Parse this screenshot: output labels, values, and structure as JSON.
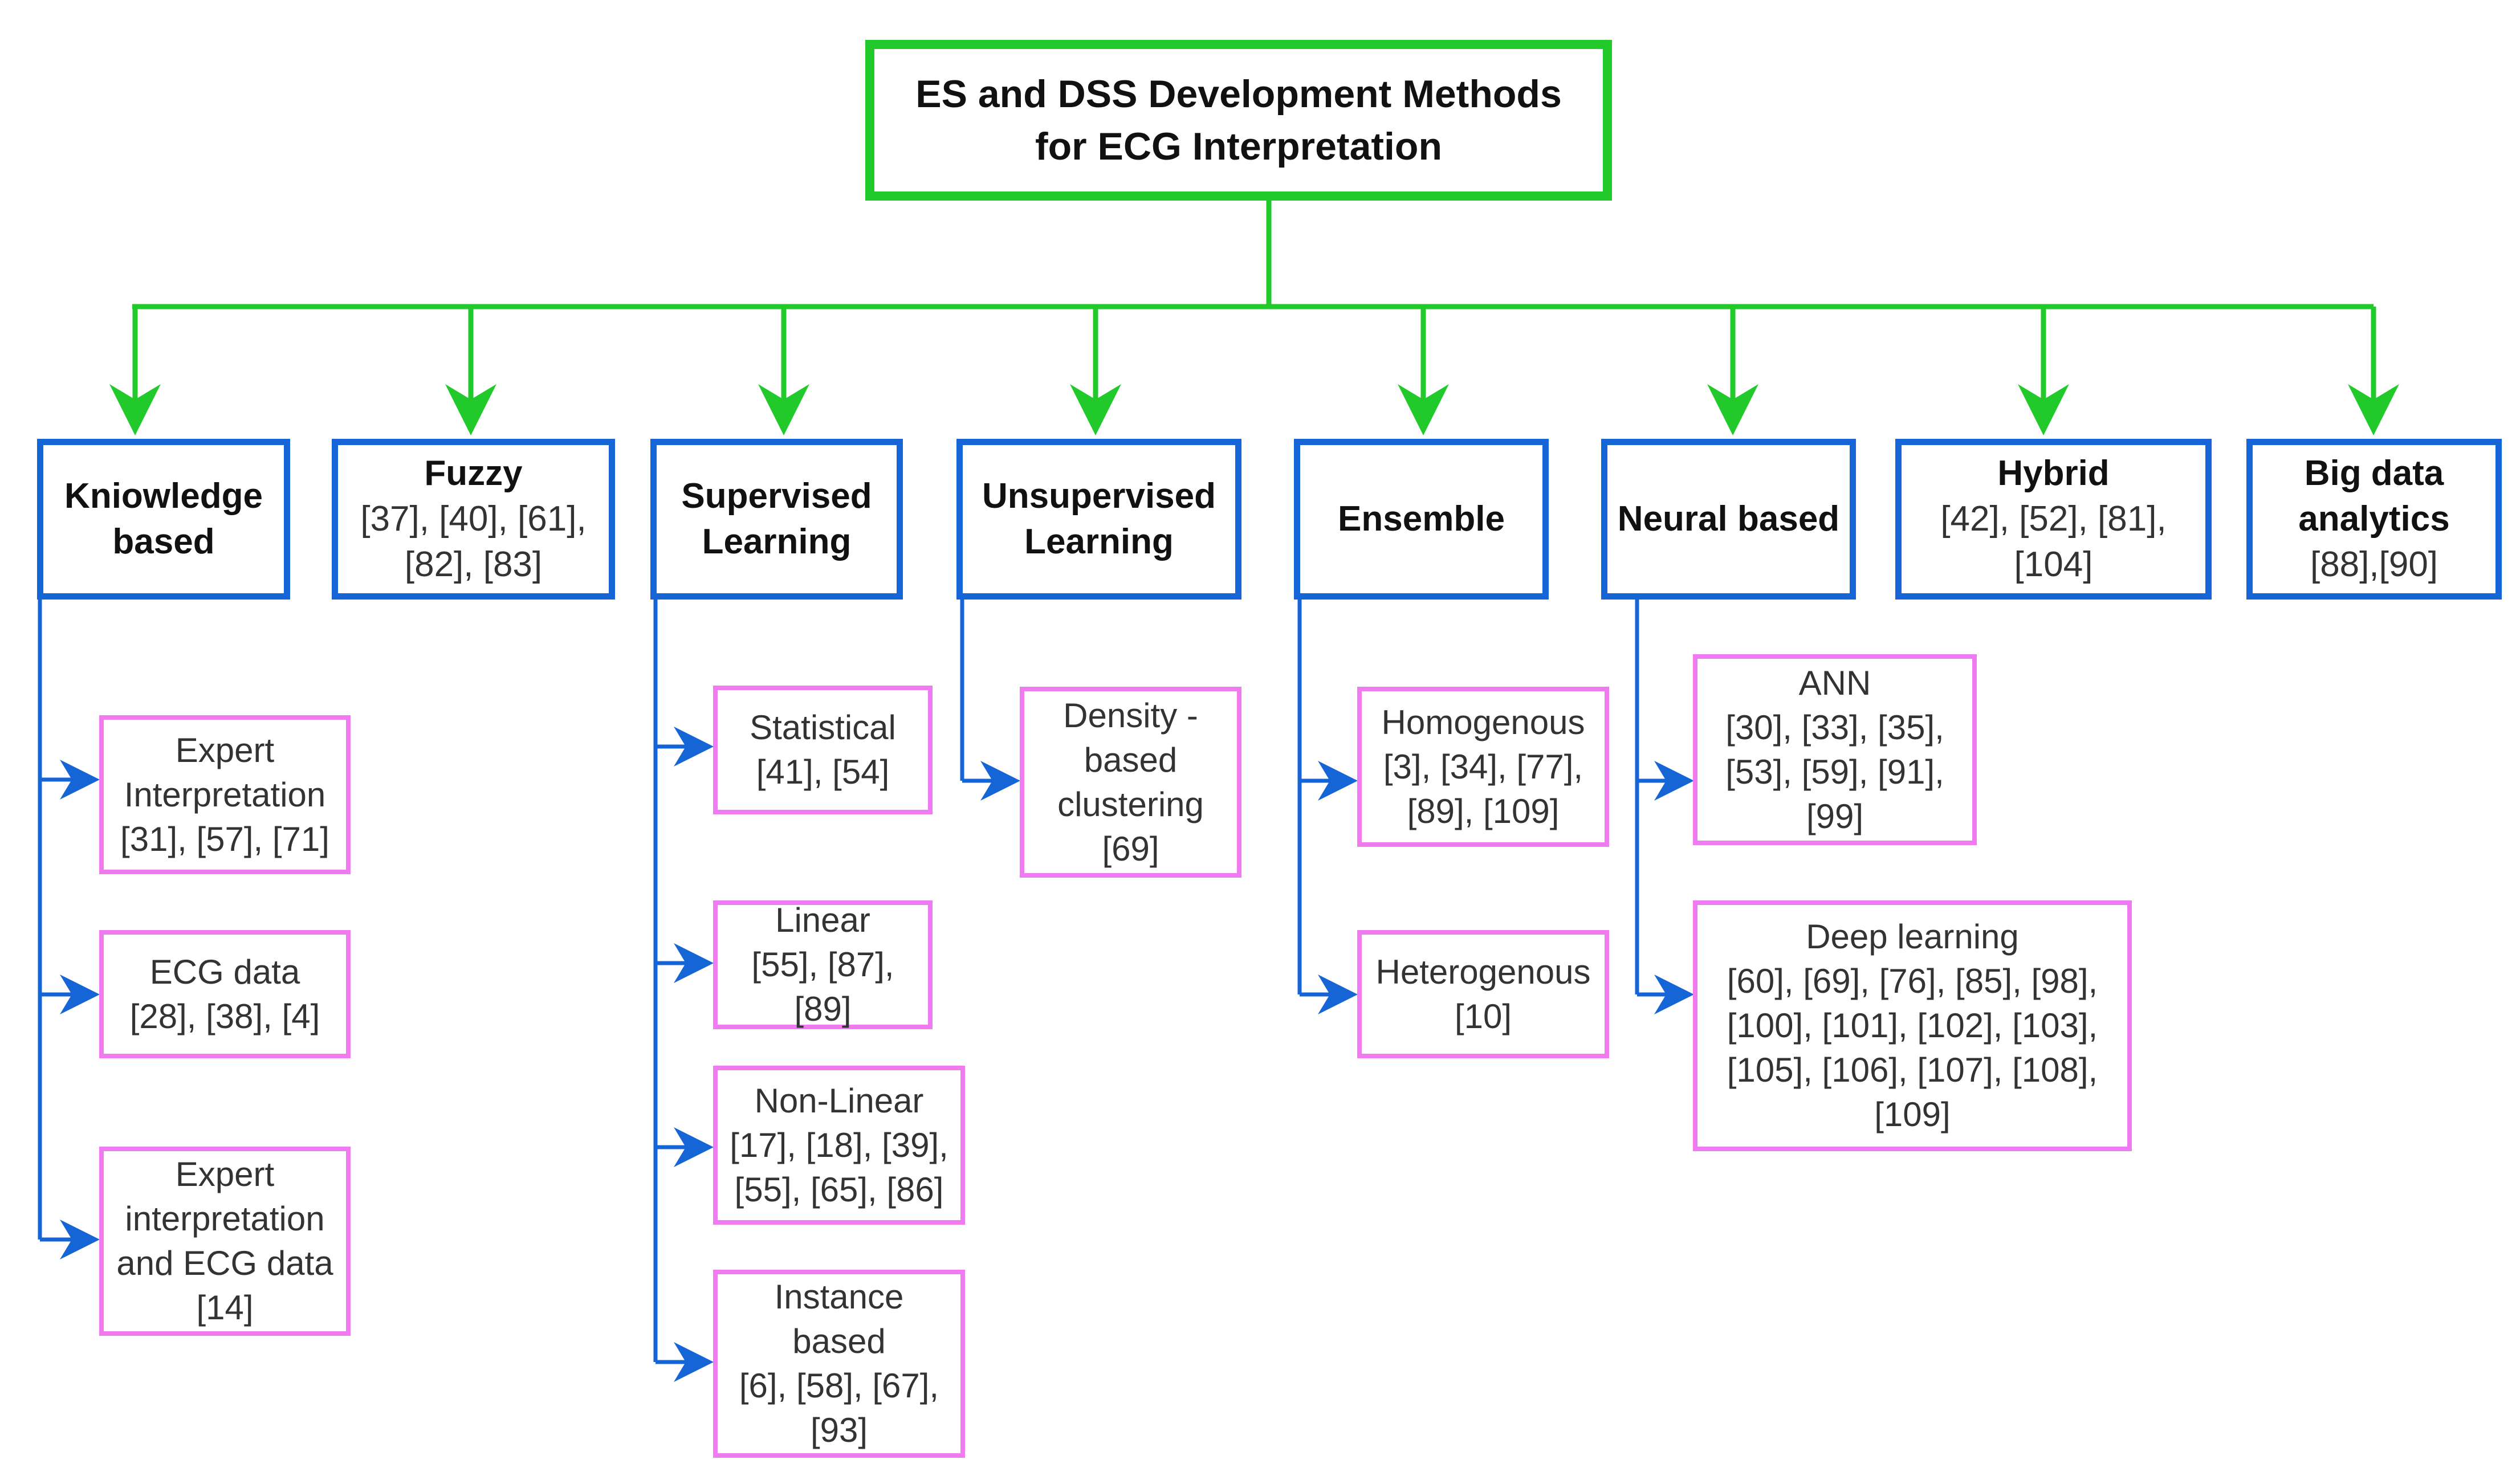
{
  "root": {
    "lines": [
      "ES and DSS Development Methods",
      "for ECG Interpretation"
    ]
  },
  "categories": [
    {
      "title": [
        "Kniowledge",
        "based"
      ],
      "refs": []
    },
    {
      "title": [
        "Fuzzy"
      ],
      "refs": [
        "[37], [40], [61],",
        "[82], [83]"
      ]
    },
    {
      "title": [
        "Supervised",
        "Learning"
      ],
      "refs": []
    },
    {
      "title": [
        "Unsupervised",
        "Learning"
      ],
      "refs": []
    },
    {
      "title": [
        "Ensemble"
      ],
      "refs": []
    },
    {
      "title": [
        "Neural based"
      ],
      "refs": []
    },
    {
      "title": [
        "Hybrid"
      ],
      "refs": [
        "[42], [52], [81],",
        "[104]"
      ]
    },
    {
      "title": [
        "Big data",
        "analytics"
      ],
      "refs": [
        "[88],[90]"
      ]
    }
  ],
  "subs": {
    "knowledge": [
      {
        "lines": [
          "Expert",
          "Interpretation",
          "[31], [57], [71]"
        ]
      },
      {
        "lines": [
          "ECG data",
          "[28], [38], [4]"
        ]
      },
      {
        "lines": [
          "Expert",
          "interpretation",
          "and ECG data",
          "[14]"
        ]
      }
    ],
    "supervised": [
      {
        "lines": [
          "Statistical",
          "[41], [54]"
        ]
      },
      {
        "lines": [
          "Linear",
          "[55], [87],",
          "[89]"
        ]
      },
      {
        "lines": [
          "Non-Linear",
          "[17], [18], [39],",
          "[55], [65], [86]"
        ]
      },
      {
        "lines": [
          "Instance",
          "based",
          "[6], [58], [67],",
          "[93]"
        ]
      }
    ],
    "unsupervised": [
      {
        "lines": [
          "Density -",
          "based",
          "clustering",
          "[69]"
        ]
      }
    ],
    "ensemble": [
      {
        "lines": [
          "Homogenous",
          "[3], [34], [77],",
          "[89], [109]"
        ]
      },
      {
        "lines": [
          "Heterogenous",
          "[10]"
        ]
      }
    ],
    "neural": [
      {
        "lines": [
          "ANN",
          "[30], [33], [35],",
          "[53], [59], [91],",
          "[99]"
        ]
      },
      {
        "lines": [
          "Deep learning",
          "[60], [69], [76], [85], [98],",
          "[100], [101], [102], [103],",
          "[105], [106], [107], [108],",
          "[109]"
        ]
      }
    ]
  },
  "colors": {
    "root_border": "#22c92a",
    "category_border": "#1565d6",
    "sub_border": "#f07bf0",
    "connector_green": "#22c92a",
    "connector_blue": "#1565d6"
  }
}
